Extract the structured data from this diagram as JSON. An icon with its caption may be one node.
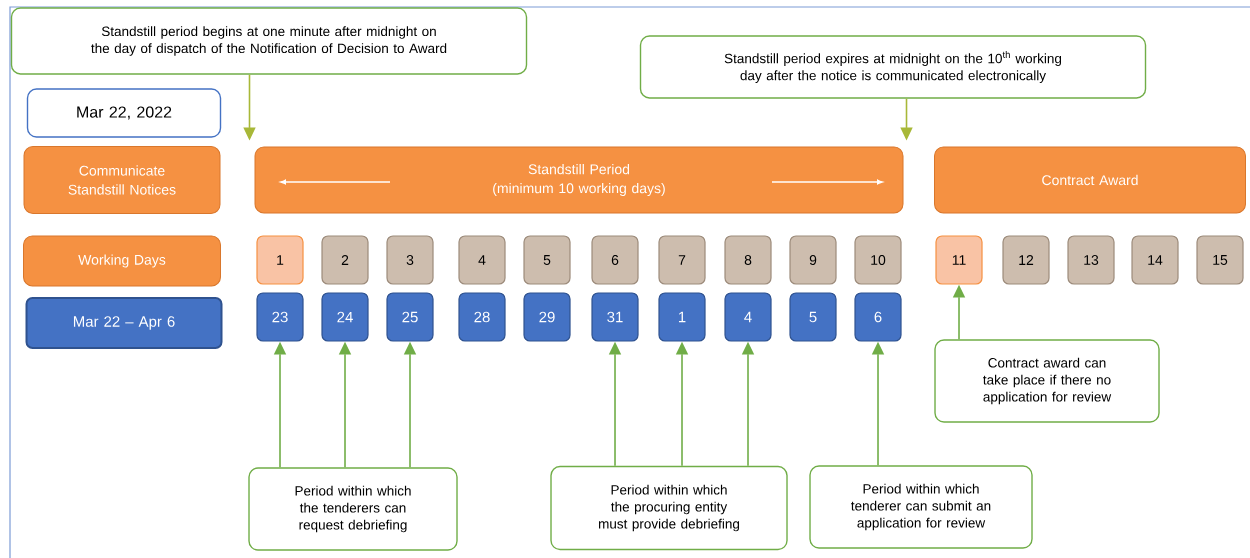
{
  "diagram": {
    "nodes": [
      {
        "text": [
          "Standstill period begins at one minute after midnight on the day of dispatch of the Notification of Decision to Award"
        ]
      },
      {
        "text": [
          "Standstill period expires at midnight on the 10$^{th}$ working day after the notice is communicated electronically"
        ]
      },
      {
        "text": [
          "Mar 22, 2022"
        ]
      },
      {
        "text": [
          "Communicate Standstill Notices"
        ]
      },
      {
        "text": [
          "Standstill Period",
          "(minimum 10 working days)"
        ]
      },
      {
        "text": [
          "Contract Award"
        ]
      },
      {
        "text": [
          "Working Days"
        ]
      },
      {
        "text": [
          "1"
        ]
      },
      {
        "text": [
          "2"
        ]
      },
      {
        "text": [
          "3"
        ]
      },
      {
        "text": [
          "4"
        ]
      },
      {
        "text": [
          "5"
        ]
      },
      {
        "text": [
          "6"
        ]
      },
      {
        "text": [
          "7"
        ]
      },
      {
        "text": [
          "8"
        ]
      },
      {
        "text": [
          "9"
        ]
      },
      {
        "text": [
          "10"
        ]
      },
      {
        "text": [
          "11"
        ]
      },
      {
        "text": [
          "12"
        ]
      },
      {
        "text": [
          "13"
        ]
      },
      {
        "text": [
          "14"
        ]
      },
      {
        "text": [
          "15"
        ]
      },
      {
        "text": [
          "Mar 22 – Apr 6"
        ]
      },
      {
        "text": [
          "23"
        ]
      },
      {
        "text": [
          "24"
        ]
      },
      {
        "text": [
          "25"
        ]
      },
      {
        "text": [
          "28"
        ]
      },
      {
        "text": [
          "29"
        ]
      },
      {
        "text": [
          "31"
        ]
      },
      {
        "text": [
          "1"
        ]
      },
      {
        "text": [
          "4"
        ]
      },
      {
        "text": [
          "5"
        ]
      },
      {
        "text": [
          "6"
        ]
      },
      {
        "text": [
          "Contract award can take place if there no application for review"
        ]
      },
      {
        "text": [
          "Period within which the tenderers can request debriefing"
        ]
      },
      {
        "text": [
          "Period within which the procuring entity must provide debriefing"
        ]
      },
      {
        "text": [
          "Period within which tenderer can submit an application for review"
        ]
      }
    ],
    "edges": [
      {
        "from": 0,
        "to": 4,
        "arrow": "to",
        "color": "#a8b838"
      },
      {
        "from": 1,
        "to": 4,
        "arrow": "to",
        "color": "#a8b838"
      },
      {
        "from": 33,
        "to": 17,
        "arrow": "to"
      },
      {
        "from": 34,
        "to": 23,
        "arrow": "to"
      },
      {
        "from": 34,
        "to": 24,
        "arrow": "to"
      },
      {
        "from": 34,
        "to": 25,
        "arrow": "to"
      },
      {
        "from": 35,
        "to": 28,
        "arrow": "to"
      },
      {
        "from": 35,
        "to": 29,
        "arrow": "to"
      },
      {
        "from": 35,
        "to": 30,
        "arrow": "to"
      },
      {
        "from": 36,
        "to": 32,
        "arrow": "to"
      }
    ]
  }
}
